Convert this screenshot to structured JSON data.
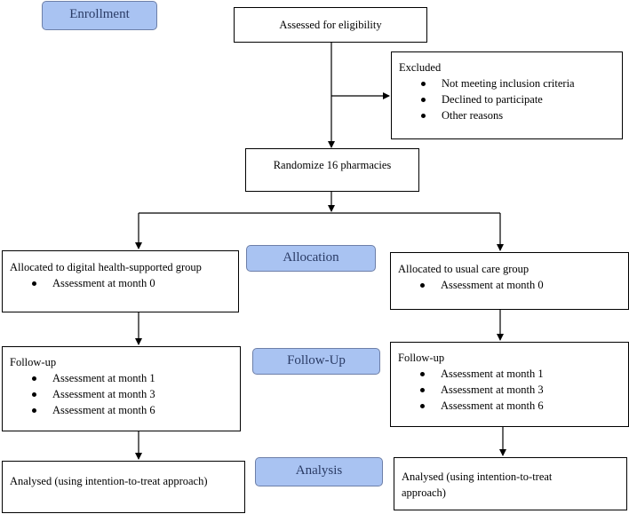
{
  "stages": {
    "enrollment": "Enrollment",
    "allocation": "Allocation",
    "follow_up": "Follow-Up",
    "analysis": "Analysis"
  },
  "assessed": "Assessed for eligibility",
  "excluded": {
    "title": "Excluded",
    "items": [
      "Not meeting inclusion criteria",
      "Declined to participate",
      "Other reasons"
    ]
  },
  "randomize": "Randomize 16 pharmacies",
  "left": {
    "allocated": "Allocated to digital health-supported group",
    "allocated_items": [
      "Assessment at month 0"
    ],
    "followup": "Follow-up",
    "followup_items": [
      "Assessment at month 1",
      "Assessment at month 3",
      "Assessment at month 6"
    ],
    "analysed": "Analysed (using intention-to-treat approach)"
  },
  "right": {
    "allocated": "Allocated to usual care group",
    "allocated_items": [
      "Assessment at month 0"
    ],
    "followup": "Follow-up",
    "followup_items": [
      "Assessment at month 1",
      "Assessment at month 3",
      "Assessment at month 6"
    ],
    "analysed": "Analysed (using intention-to-treat approach)"
  }
}
